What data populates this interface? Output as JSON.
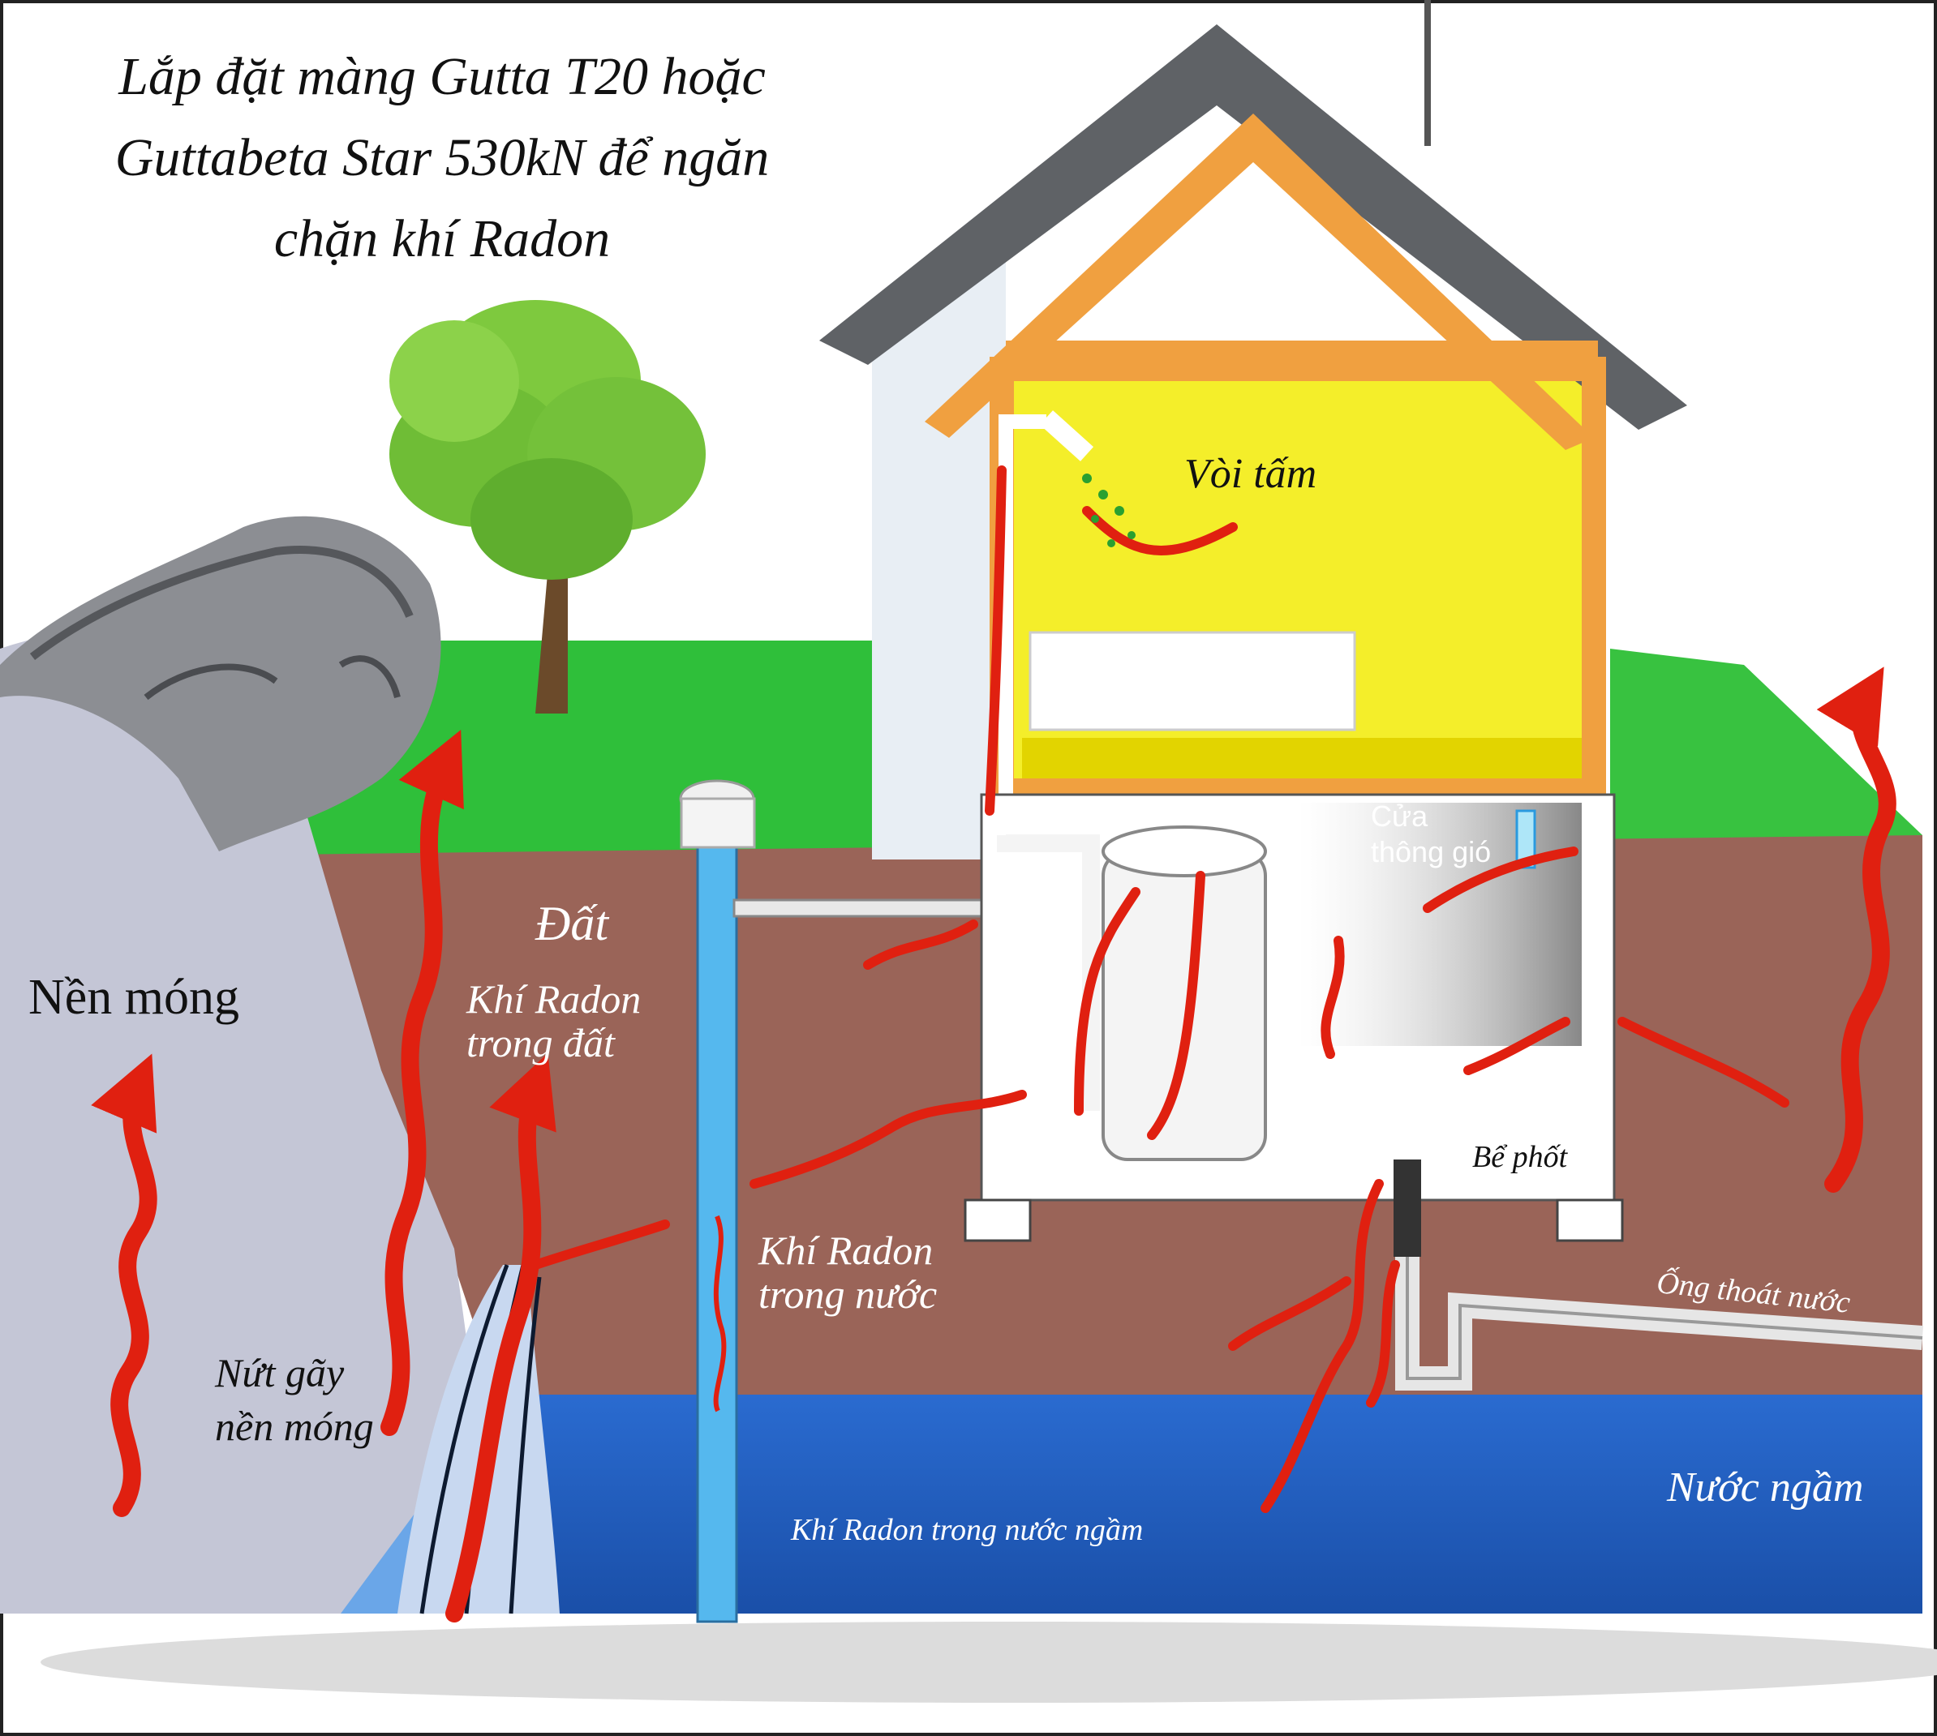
{
  "title": {
    "line1": "Lắp đặt màng Gutta T20 hoặc",
    "line2": "Guttabeta Star 530kN để ngăn",
    "line3": "chặn khí Radon"
  },
  "labels": {
    "shower": "Vòi tấm",
    "vent_line1": "Cửa",
    "vent_line2": "thông gió",
    "soil": "Đất",
    "foundation": "Nền móng",
    "radon_soil_line1": "Khí Radon",
    "radon_soil_line2": "trong đất",
    "septic": "Bể phốt",
    "radon_water_line1": "Khí Radon",
    "radon_water_line2": "trong nước",
    "drain_pipe": "Ống thoát nước",
    "crack_line1": "Nứt gãy",
    "crack_line2": "nền móng",
    "groundwater": "Nước ngầm",
    "radon_groundwater": "Khí Radon trong nước ngầm"
  },
  "colors": {
    "grass": "#2fbf3a",
    "soil": "#9a6458",
    "groundwater": "#1f5fc0",
    "rock": "#c4c6d6",
    "roof": "#5f6266",
    "roof_trim": "#f0a040",
    "room": "#f4ee2a",
    "radon": "#e02010",
    "well": "#55b8ee"
  }
}
